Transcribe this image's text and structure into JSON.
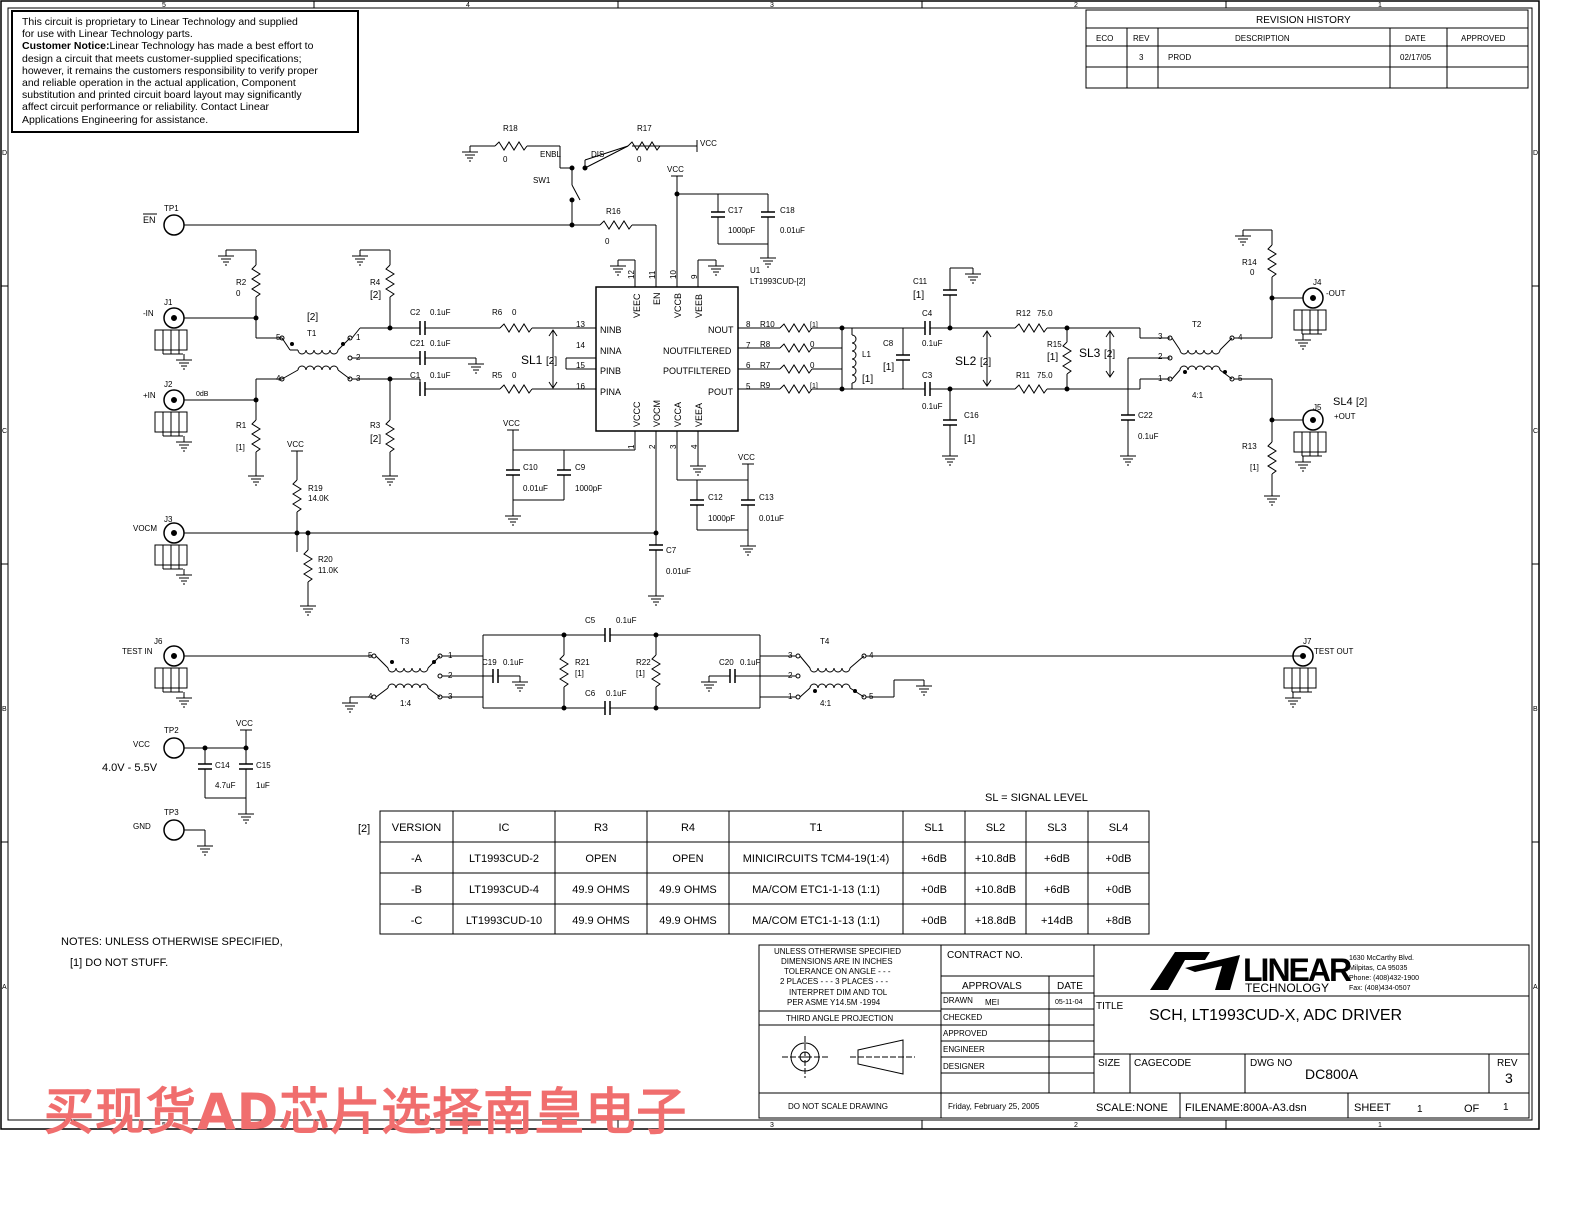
{
  "notice": {
    "line1": "This circuit is proprietary to Linear Technology and supplied",
    "line2": "for use with Linear Technology parts.",
    "heading": "Customer Notice:",
    "line3": "Linear Technology has made a best effort to",
    "line4": "design a circuit that meets customer-supplied specifications;",
    "line5": "however, it remains the customers responsibility to verify proper",
    "line6": "and reliable operation in the actual application, Component",
    "line7": "substitution and printed circuit board layout may significantly",
    "line8": "affect circuit performance or reliability. Contact Linear",
    "line9": "Applications Engineering for assistance."
  },
  "border": {
    "top_zones": [
      "5",
      "4",
      "3",
      "2",
      "1"
    ],
    "bottom_zones": [
      "5",
      "4",
      "3",
      "2",
      "1"
    ],
    "side_zones": [
      "D",
      "C",
      "B",
      "A"
    ]
  },
  "revision_history": {
    "title": "REVISION HISTORY",
    "headers": [
      "ECO",
      "REV",
      "DESCRIPTION",
      "DATE",
      "APPROVED"
    ],
    "rows": [
      [
        "",
        "3",
        "PROD",
        "02/17/05",
        ""
      ]
    ]
  },
  "schematic": {
    "ic": {
      "ref": "U1",
      "part": "LT1993CUD-[2]",
      "left_pins": [
        {
          "num": "13",
          "name": "NINB"
        },
        {
          "num": "14",
          "name": "NINA"
        },
        {
          "num": "15",
          "name": "PINB"
        },
        {
          "num": "16",
          "name": "PINA"
        }
      ],
      "right_pins": [
        {
          "num": "8",
          "name": "NOUT"
        },
        {
          "num": "7",
          "name": "NOUTFILTERED"
        },
        {
          "num": "6",
          "name": "POUTFILTERED"
        },
        {
          "num": "5",
          "name": "POUT"
        }
      ],
      "top_pins": [
        {
          "num": "12",
          "name": "VEEC"
        },
        {
          "num": "11",
          "name": "EN"
        },
        {
          "num": "10",
          "name": "VCCB"
        },
        {
          "num": "9",
          "name": "VEEB"
        }
      ],
      "bottom_pins": [
        {
          "num": "1",
          "name": "VCCC"
        },
        {
          "num": "2",
          "name": "VOCM"
        },
        {
          "num": "3",
          "name": "VCCA"
        },
        {
          "num": "4",
          "name": "VEEA"
        }
      ]
    },
    "labels": {
      "r18": "R18",
      "r18_val": "0",
      "r17": "R17",
      "r17_val": "0",
      "vcc": "VCC",
      "enbl": "ENBL",
      "dis": "DIS",
      "sw1": "SW1",
      "tp1": "TP1",
      "en_bar": "EN",
      "r16": "R16",
      "r16_val": "0",
      "c17": "C17",
      "c17_val": "1000pF",
      "c18": "C18",
      "c18_val": "0.01uF",
      "r2": "R2",
      "r2_val": "0",
      "r4": "R4",
      "r4_val": "[2]",
      "j1": "J1",
      "minus_in": "-IN",
      "t1": "T1",
      "t1_note": "[2]",
      "c2": "C2",
      "c2_val": "0.1uF",
      "c21": "C21",
      "c21_val": "0.1uF",
      "r6": "R6",
      "r6_val": "0",
      "c1": "C1",
      "c1_val": "0.1uF",
      "r5": "R5",
      "r5_val": "0",
      "sl1": "SL1",
      "sl1_note": "[2]",
      "j2": "J2",
      "plus_in": "+IN",
      "zero_db": "0dB",
      "r1": "R1",
      "r1_val": "[1]",
      "r3": "R3",
      "r3_val": "[2]",
      "vcc2": "VCC",
      "r19": "R19",
      "r19_val": "14.0K",
      "j3": "J3",
      "vocm": "VOCM",
      "r20": "R20",
      "r20_val": "11.0K",
      "vcc3": "VCC",
      "c10": "C10",
      "c10_val": "0.01uF",
      "c9": "C9",
      "c9_val": "1000pF",
      "c7": "C7",
      "c7_val": "0.01uF",
      "vcc4": "VCC",
      "c12": "C12",
      "c12_val": "1000pF",
      "c13": "C13",
      "c13_val": "0.01uF",
      "r10": "R10",
      "r10_val": "[1]",
      "r8": "R8",
      "r8_val": "0",
      "r7": "R7",
      "r7_val": "0",
      "r9": "R9",
      "r9_val": "[1]",
      "l1": "L1",
      "l1_val": "[1]",
      "c8": "C8",
      "c8_val": "[1]",
      "c11": "C11",
      "c11_val": "[1]",
      "c4": "C4",
      "c4_val": "0.1uF",
      "c3": "C3",
      "c3_val": "0.1uF",
      "c16": "C16",
      "c16_val": "[1]",
      "sl2": "SL2",
      "sl2_note": "[2]",
      "r12": "R12",
      "r12_val": "75.0",
      "r11": "R11",
      "r11_val": "75.0",
      "r15": "R15",
      "r15_val": "[1]",
      "sl3": "SL3",
      "sl3_note": "[2]",
      "c22": "C22",
      "c22_val": "0.1uF",
      "t2": "T2",
      "t2_ratio": "4:1",
      "r14": "R14",
      "r14_val": "0",
      "j4": "J4",
      "minus_out": "-OUT",
      "j5": "J5",
      "plus_out": "+OUT",
      "sl4": "SL4",
      "sl4_note": "[2]",
      "r13": "R13",
      "r13_val": "[1]",
      "j6": "J6",
      "test_in": "TEST IN",
      "t3": "T3",
      "t3_ratio": "1:4",
      "c5": "C5",
      "c5_val": "0.1uF",
      "c19": "C19",
      "c19_val": "0.1uF",
      "r21": "R21",
      "r21_val": "[1]",
      "r22": "R22",
      "r22_val": "[1]",
      "c6": "C6",
      "c6_val": "0.1uF",
      "c20": "C20",
      "c20_val": "0.1uF",
      "t4": "T4",
      "t4_ratio": "4:1",
      "j7": "J7",
      "test_out": "TEST OUT",
      "tp2": "TP2",
      "vcc_tp2": "VCC",
      "supply_range": "4.0V - 5.5V",
      "vcc5": "VCC",
      "c14": "C14",
      "c14_val": "4.7uF",
      "c15": "C15",
      "c15_val": "1uF",
      "tp3": "TP3",
      "gnd": "GND"
    }
  },
  "version_table": {
    "caption": "SL = SIGNAL LEVEL",
    "note": "[2]",
    "headers": [
      "VERSION",
      "IC",
      "R3",
      "R4",
      "T1",
      "SL1",
      "SL2",
      "SL3",
      "SL4"
    ],
    "rows": [
      [
        "-A",
        "LT1993CUD-2",
        "OPEN",
        "OPEN",
        "MINICIRCUITS TCM4-19(1:4)",
        "+6dB",
        "+10.8dB",
        "+6dB",
        "+0dB"
      ],
      [
        "-B",
        "LT1993CUD-4",
        "49.9 OHMS",
        "49.9 OHMS",
        "MA/COM ETC1-1-13 (1:1)",
        "+0dB",
        "+10.8dB",
        "+6dB",
        "+0dB"
      ],
      [
        "-C",
        "LT1993CUD-10",
        "49.9 OHMS",
        "49.9 OHMS",
        "MA/COM ETC1-1-13 (1:1)",
        "+0dB",
        "+18.8dB",
        "+14dB",
        "+8dB"
      ]
    ]
  },
  "notes": {
    "heading": "NOTES: UNLESS OTHERWISE SPECIFIED,",
    "item1": "[1]   DO NOT STUFF."
  },
  "title_block": {
    "tol": [
      "UNLESS OTHERWISE SPECIFIED",
      "DIMENSIONS ARE IN INCHES",
      "TOLERANCE ON ANGLE - - -",
      "2 PLACES - - -    3 PLACES - - -",
      "INTERPRET DIM AND TOL",
      "PER ASME Y14.5M -1994"
    ],
    "projection": "THIRD ANGLE PROJECTION",
    "do_not_scale": "DO NOT SCALE DRAWING",
    "contract": "CONTRACT NO.",
    "approvals": "APPROVALS",
    "date_hdr": "DATE",
    "drawn": "DRAWN",
    "drawn_by": "MEI",
    "drawn_date": "05-11-04",
    "checked": "CHECKED",
    "approved": "APPROVED",
    "engineer": "ENGINEER",
    "designer": "DESIGNER",
    "print_date": "Friday, February 25, 2005",
    "logo_word": "LINEAR",
    "logo_sub": "TECHNOLOGY",
    "address": [
      "1630 McCarthy Blvd.",
      "Milpitas, CA 95035",
      "Phone: (408)432-1900",
      "Fax: (408)434-0507"
    ],
    "title_label": "TITLE",
    "title": "SCH, LT1993CUD-X, ADC DRIVER",
    "size_label": "SIZE",
    "cage_label": "CAGECODE",
    "dwg_label": "DWG NO",
    "dwg_no": "DC800A",
    "rev_label": "REV",
    "rev": "3",
    "scale_label": "SCALE:",
    "scale": "NONE",
    "filename_label": "FILENAME:",
    "filename": "800A-A3.dsn",
    "sheet_label": "SHEET",
    "sheet": "1",
    "of_label": "OF",
    "of": "1"
  },
  "watermark": "买现货AD芯片选择南皇电子"
}
